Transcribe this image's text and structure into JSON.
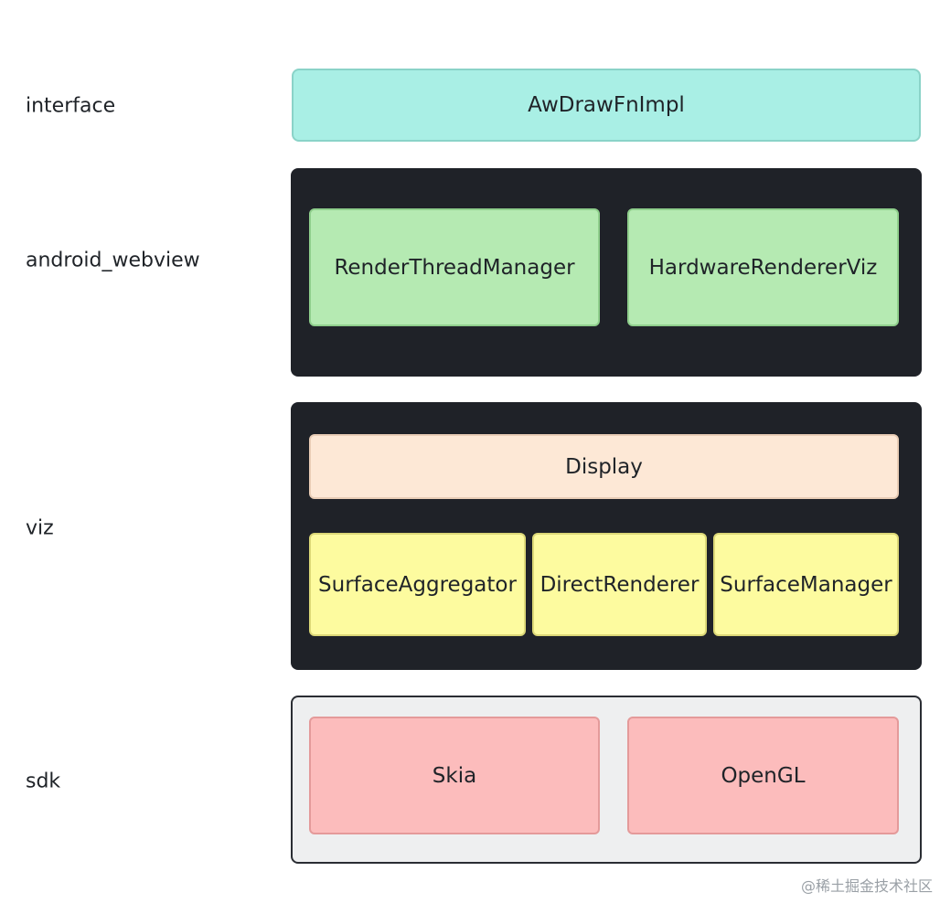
{
  "layers": {
    "interface": "interface",
    "android_webview": "android_webview",
    "viz": "viz",
    "sdk": "sdk"
  },
  "boxes": {
    "aw_draw_fn_impl": "AwDrawFnImpl",
    "render_thread_manager": "RenderThreadManager",
    "hardware_renderer_viz": "HardwareRendererViz",
    "display": "Display",
    "surface_aggregator": "SurfaceAggregator",
    "direct_renderer": "DirectRenderer",
    "surface_manager": "SurfaceManager",
    "skia": "Skia",
    "opengl": "OpenGL"
  },
  "watermark": "@稀土掘金技术社区",
  "colors": {
    "interface_box": "#a9efe5",
    "android_webview_boxes": "#b5eab2",
    "display_box": "#fde8d6",
    "viz_boxes": "#fdfb9f",
    "sdk_boxes": "#fcbcbc",
    "dark_panel": "#1f2228",
    "sdk_panel": "#eeeff0"
  }
}
